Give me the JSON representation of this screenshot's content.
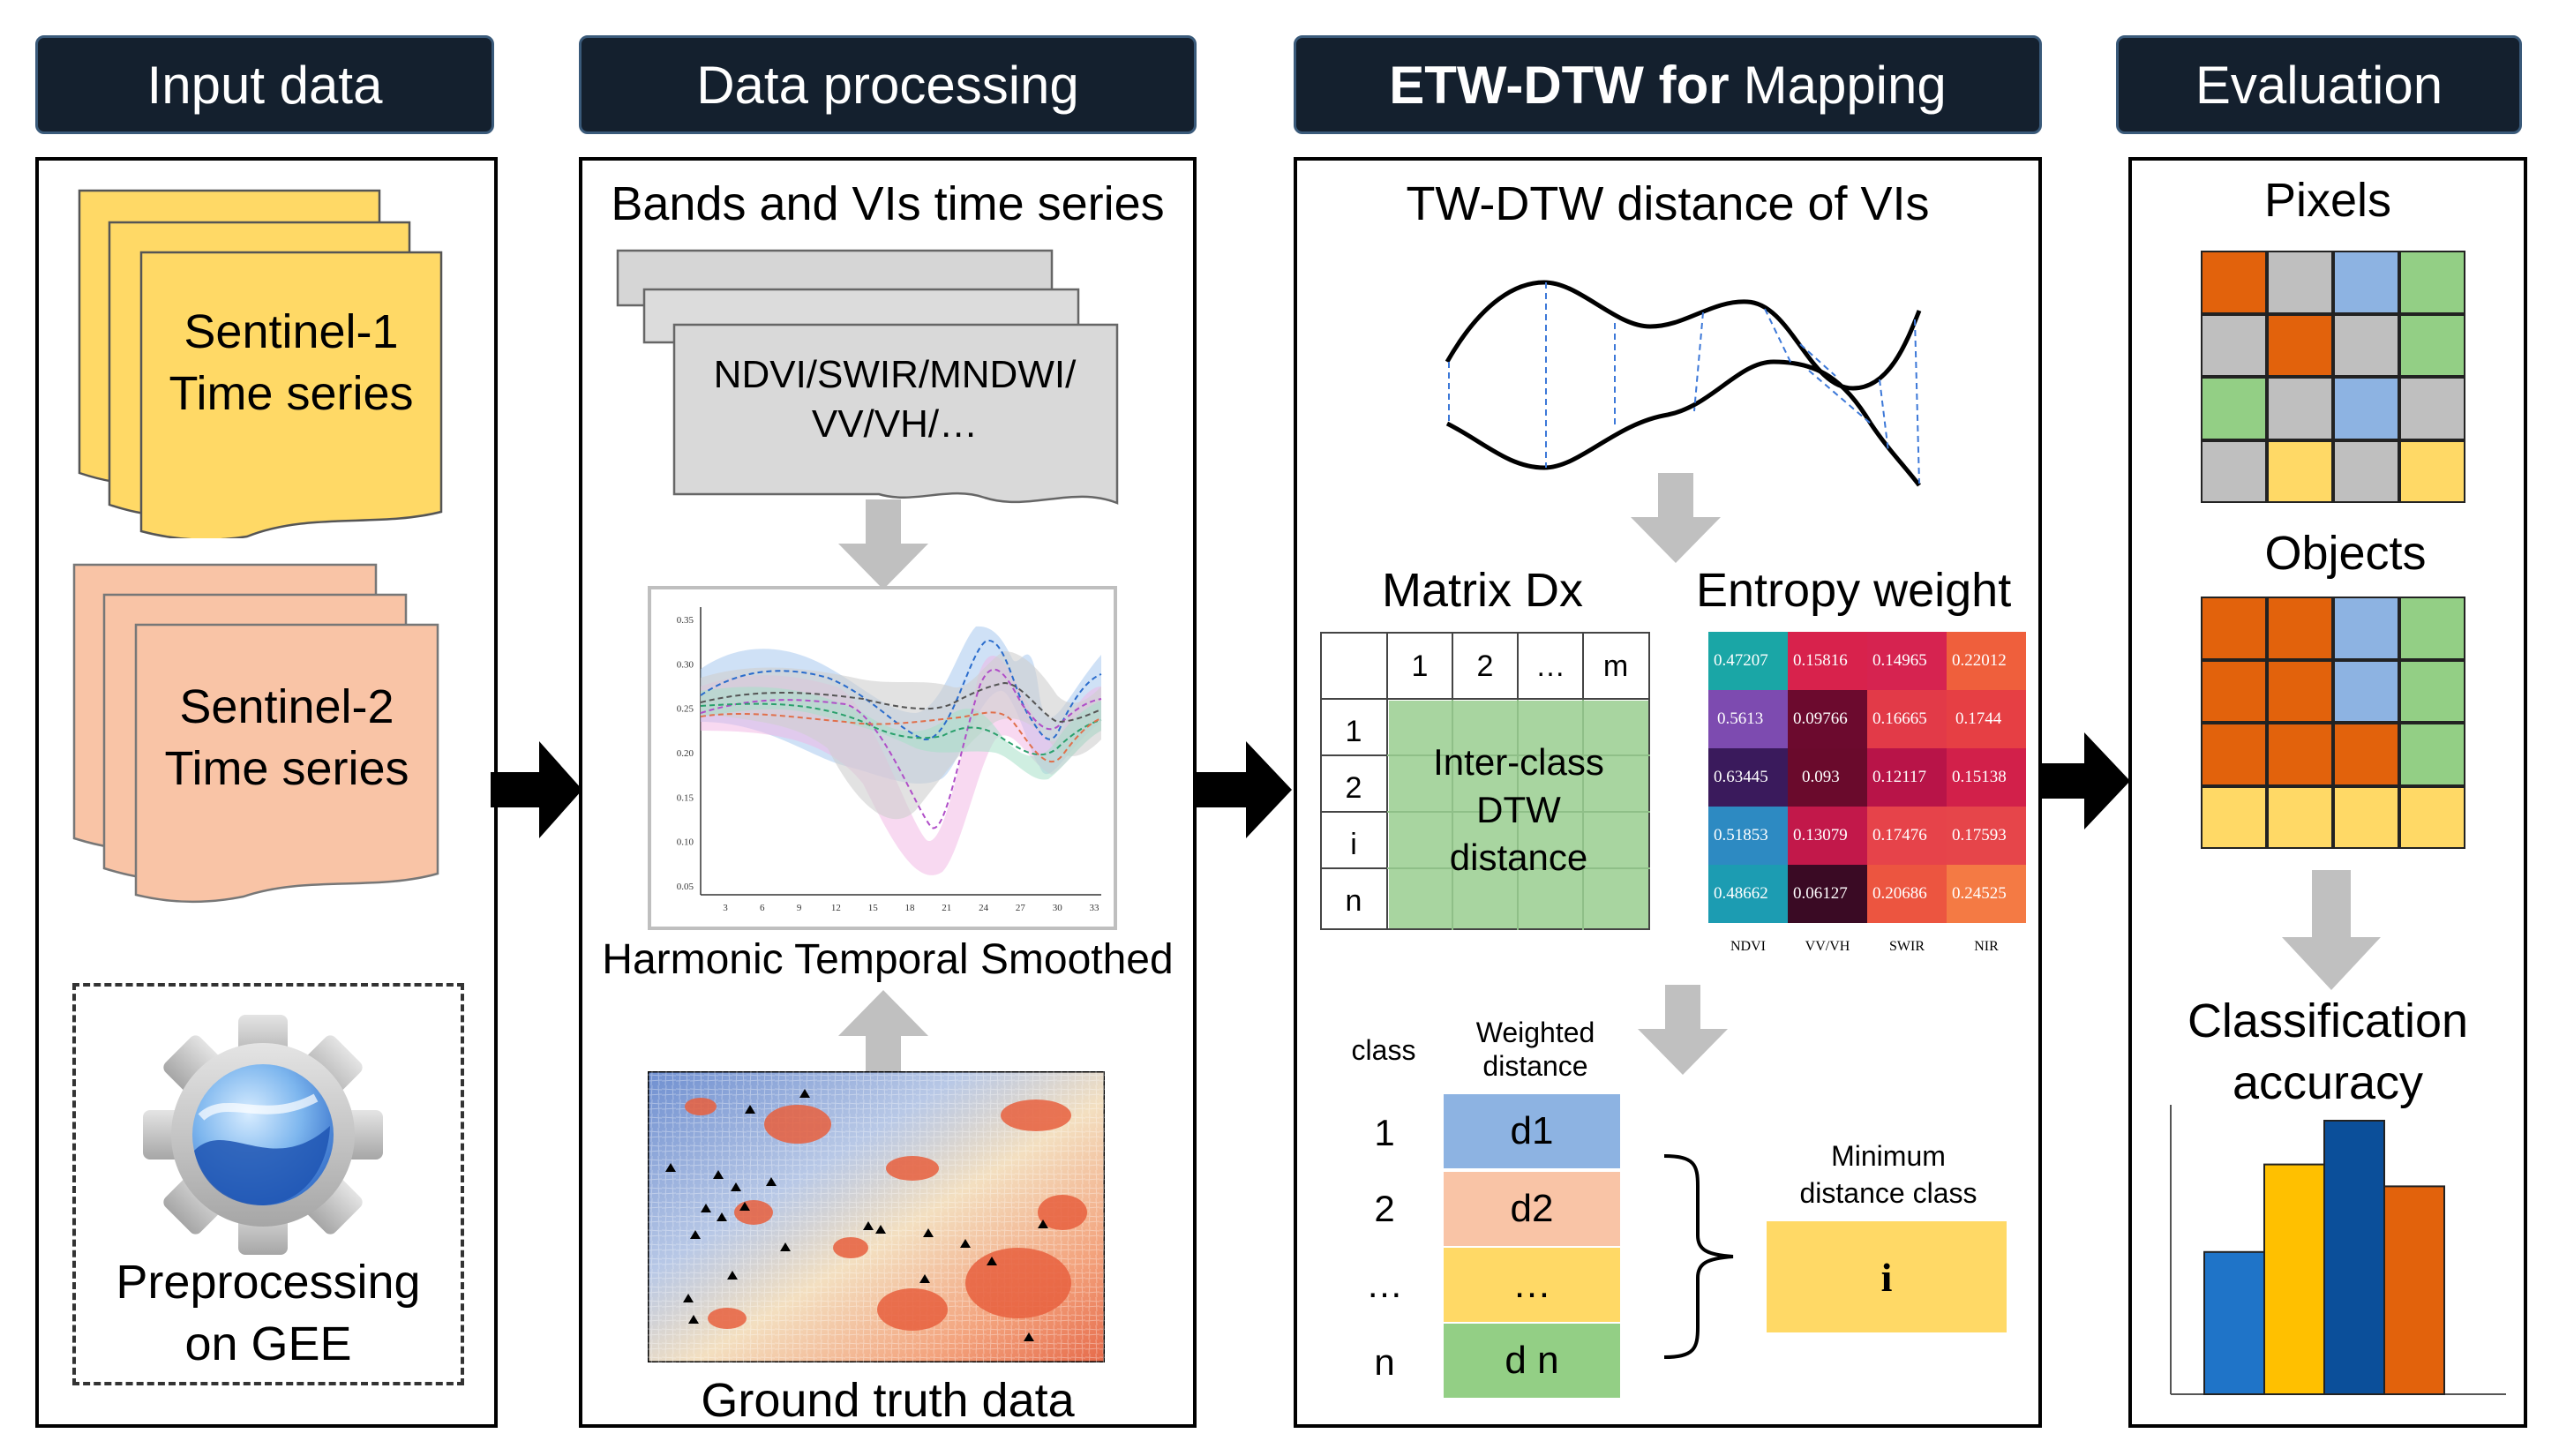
{
  "headers": {
    "input": "Input data",
    "processing": "Data processing",
    "mapping_bold": "ETW-DTW for",
    "mapping_rest": "Mapping",
    "evaluation": "Evaluation"
  },
  "input": {
    "s1_line1": "Sentinel-1",
    "s1_line2": "Time series",
    "s2_line1": "Sentinel-2",
    "s2_line2": "Time series",
    "pre_line1": "Preprocessing",
    "pre_line2": "on GEE"
  },
  "processing": {
    "title": "Bands and VIs time series",
    "doc_line1": "NDVI/SWIR/MNDWI/",
    "doc_line2": "VV/VH/…",
    "smoothed": "Harmonic Temporal Smoothed",
    "ground_truth": "Ground truth data",
    "chart_data": {
      "type": "line",
      "x_ticks": [
        "3",
        "6",
        "9",
        "12",
        "15",
        "18",
        "21",
        "24",
        "27",
        "30",
        "33"
      ],
      "y_ticks": [
        "0.05",
        "0.10",
        "0.15",
        "0.20",
        "0.25",
        "0.30",
        "0.35"
      ]
    }
  },
  "mapping": {
    "twdtw_title": "TW-DTW distance of VIs",
    "matrix_title": "Matrix Dx",
    "entropy_title": "Entropy weight",
    "matrix_cols": [
      "1",
      "2",
      "…",
      "m"
    ],
    "matrix_rows": [
      "1",
      "2",
      "i",
      "n"
    ],
    "matrix_inner": [
      "Inter-class",
      "DTW",
      "distance"
    ],
    "entropy_values": [
      [
        "0.47207",
        "0.15816",
        "0.14965",
        "0.22012"
      ],
      [
        "0.5613",
        "0.09766",
        "0.16665",
        "0.1744"
      ],
      [
        "0.63445",
        "0.093",
        "0.12117",
        "0.15138"
      ],
      [
        "0.51853",
        "0.13079",
        "0.17476",
        "0.17593"
      ],
      [
        "0.48662",
        "0.06127",
        "0.20686",
        "0.24525"
      ]
    ],
    "entropy_cols": [
      "NDVI",
      "VV/VH",
      "SWIR",
      "NIR"
    ],
    "class_header": "class",
    "weighted_header_1": "Weighted",
    "weighted_header_2": "distance",
    "classes": [
      "1",
      "2",
      "…",
      "n"
    ],
    "distances": [
      "d1",
      "d2",
      "…",
      "d n"
    ],
    "distance_colors": [
      "#8db3e2",
      "#f9c4a6",
      "#ffd966",
      "#93cf85"
    ],
    "min_line1": "Minimum",
    "min_line2": "distance class",
    "min_value": "i"
  },
  "evaluation": {
    "pixels": "Pixels",
    "objects": "Objects",
    "acc_line1": "Classification",
    "acc_line2": "accuracy",
    "bar_values": [
      0.52,
      0.84,
      1.0,
      0.76
    ],
    "bar_colors": [
      "#1f74c8",
      "#ffc000",
      "#0b4f9a",
      "#e2620c"
    ]
  },
  "colors": {
    "header_bg": "#14202e",
    "s1_yellow": "#ffd966",
    "s2_salmon": "#f9c4a6",
    "grid_orange": "#e2620c",
    "grid_gray": "#bfbfbf",
    "grid_blue": "#8db3e2",
    "grid_green": "#93cf85",
    "grid_yellow": "#ffd966"
  }
}
